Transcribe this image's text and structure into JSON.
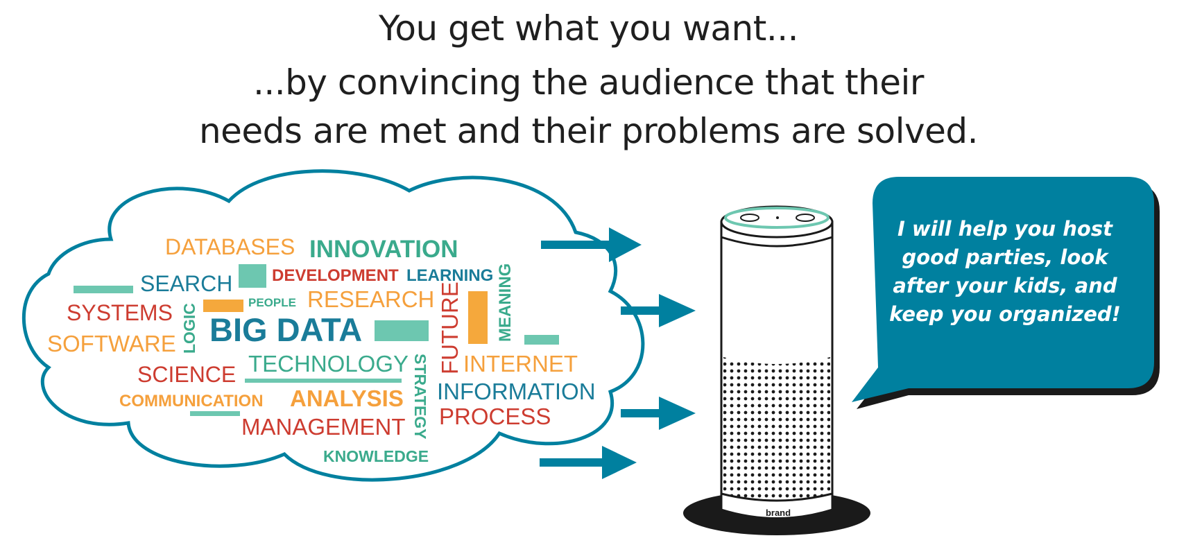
{
  "headline": {
    "line1": "You get what you want...",
    "line2": "...by convincing the audience that their",
    "line3": "needs are met and their problems are solved."
  },
  "word_cloud": {
    "words": [
      {
        "text": "DATABASES",
        "color": "#f5a03c"
      },
      {
        "text": "INNOVATION",
        "color": "#3aaa8c"
      },
      {
        "text": "SEARCH",
        "color": "#1a7c99"
      },
      {
        "text": "DEVELOPMENT",
        "color": "#cd3c30"
      },
      {
        "text": "LEARNING",
        "color": "#1a7c99"
      },
      {
        "text": "MEANING",
        "color": "#3aaa8c"
      },
      {
        "text": "SYSTEMS",
        "color": "#cd3c30"
      },
      {
        "text": "PEOPLE",
        "color": "#3aaa8c"
      },
      {
        "text": "RESEARCH",
        "color": "#f5a03c"
      },
      {
        "text": "LOGIC",
        "color": "#3aaa8c"
      },
      {
        "text": "BIG DATA",
        "color": "#1a7c99"
      },
      {
        "text": "FUTURE",
        "color": "#cd3c30"
      },
      {
        "text": "SOFTWARE",
        "color": "#f5a03c"
      },
      {
        "text": "TECHNOLOGY",
        "color": "#3aaa8c"
      },
      {
        "text": "INTERNET",
        "color": "#f5a03c"
      },
      {
        "text": "SCIENCE",
        "color": "#cd3c30"
      },
      {
        "text": "STRATEGY",
        "color": "#3aaa8c"
      },
      {
        "text": "INFORMATION",
        "color": "#1a7c99"
      },
      {
        "text": "COMMUNICATION",
        "color": "#f5a03c"
      },
      {
        "text": "ANALYSIS",
        "color": "#f5a03c"
      },
      {
        "text": "PROCESS",
        "color": "#cd3c30"
      },
      {
        "text": "MANAGEMENT",
        "color": "#cd3c30"
      },
      {
        "text": "KNOWLEDGE",
        "color": "#3aaa8c"
      }
    ]
  },
  "speaker": {
    "label": "brand"
  },
  "speech_bubble": {
    "line1": "I will help you host",
    "line2": "good parties, look",
    "line3": "after your kids, and",
    "line4": "keep you organized!"
  },
  "colors": {
    "teal": "#00809f",
    "green": "#6dc7b0",
    "orange": "#f5a83c",
    "red": "#cd3c30",
    "dark": "#1f1f1f"
  }
}
